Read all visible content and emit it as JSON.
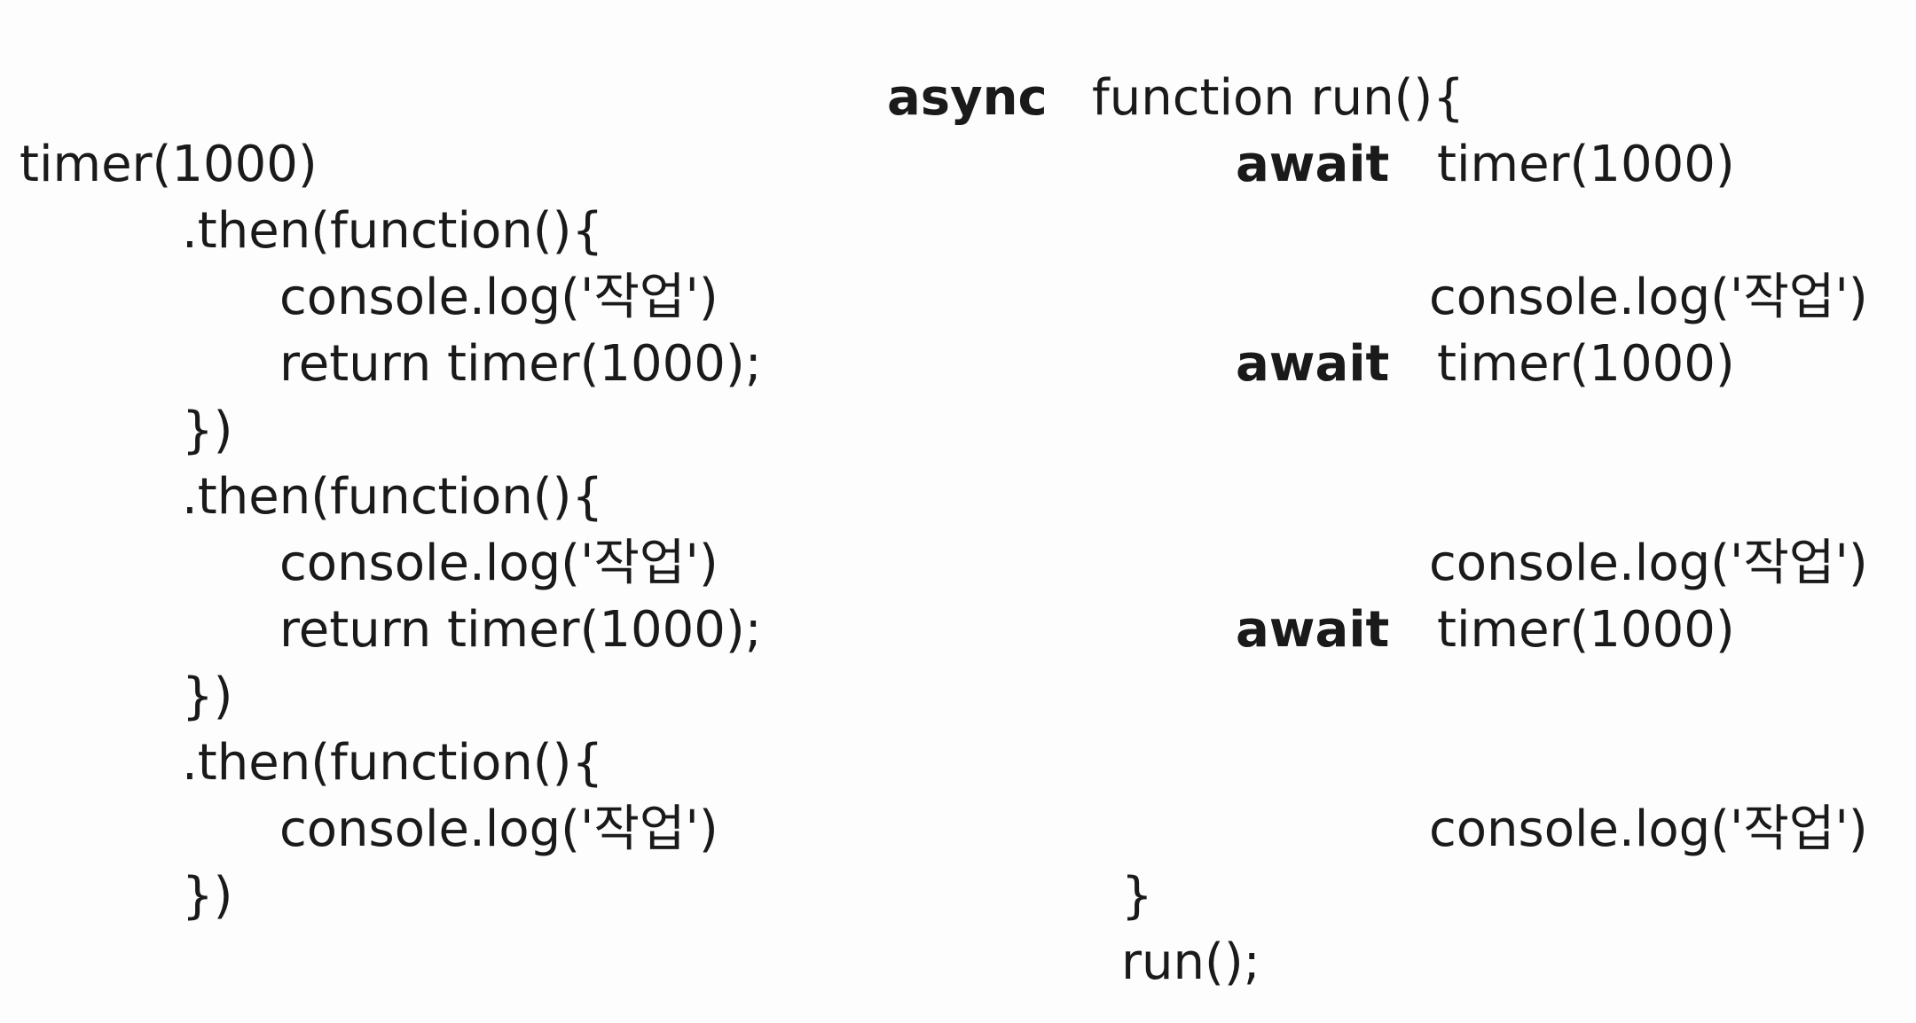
{
  "colors": {
    "background": "#fdfdfd",
    "text": "#1a1a1a"
  },
  "left_code": {
    "l1": "timer(1000)",
    "l2": ".then(function(){",
    "l3": "console.log('작업')",
    "l4": "return timer(1000);",
    "l5": "})",
    "l6": ".then(function(){",
    "l7": "console.log('작업')",
    "l8": "return timer(1000);",
    "l9": "})",
    "l10": ".then(function(){",
    "l11": "console.log('작업')",
    "l12": "})"
  },
  "right_code": {
    "async_kw": "async",
    "function_decl": "function run(){",
    "await_kw": "await",
    "timer_call": "timer(1000)",
    "log_call": "console.log('작업')",
    "closing_brace": "}",
    "run_call": "run();"
  }
}
